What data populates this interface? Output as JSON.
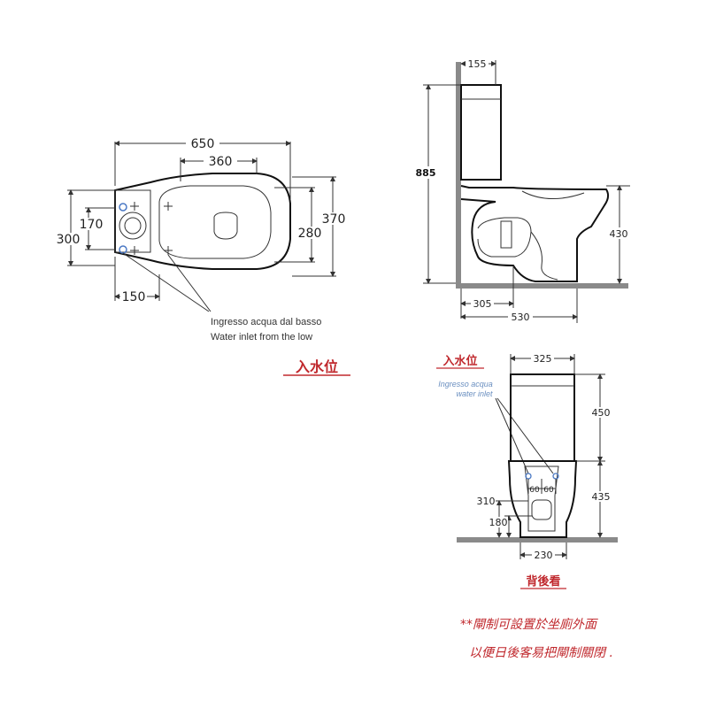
{
  "top_view": {
    "dim_overall_width": "650",
    "dim_seat_width": "360",
    "dim_left_small": "170",
    "dim_left_overall": "300",
    "dim_right_inner": "280",
    "dim_right_outer": "370",
    "dim_inlet_offset": "150",
    "inlet_note_it": "Ingresso acqua dal basso",
    "inlet_note_en": "Water inlet from the low",
    "inlet_caption": "入水位"
  },
  "side_view": {
    "dim_tank_depth": "155",
    "dim_total_height": "885",
    "dim_seat_height": "430",
    "dim_outlet": "305",
    "dim_overall_depth": "530"
  },
  "rear_view": {
    "caption_top": "入水位",
    "inlet_note_it": "Ingresso acqua",
    "inlet_note_en": "water inlet",
    "dim_tank_width": "325",
    "dim_tank_height": "450",
    "dim_bowl_height": "435",
    "dim_left_upper": "310",
    "dim_left_lower": "180",
    "dim_center_left": "60",
    "dim_center_right": "60",
    "dim_base_width": "230",
    "caption_bottom": "背後看"
  },
  "footnote": {
    "line1": "**閘制可設置於坐廁外面",
    "line2": "以便日後客易把閘制關閉 ."
  }
}
